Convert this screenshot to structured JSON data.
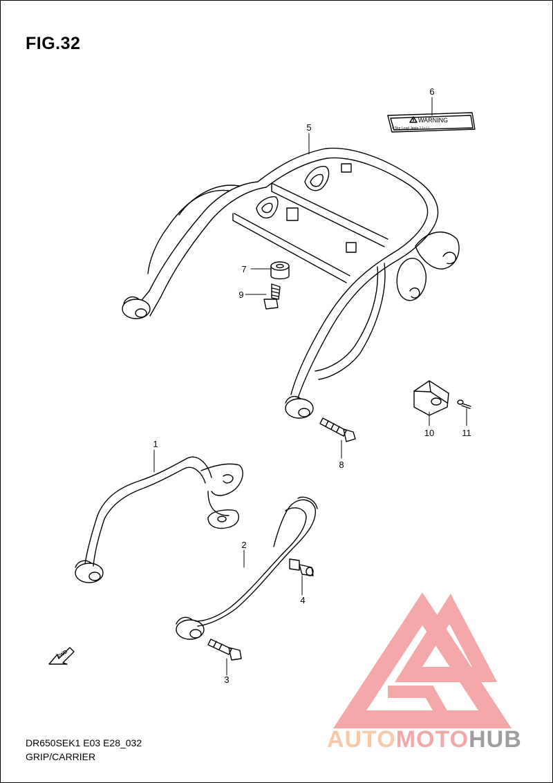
{
  "figure": {
    "title": "FIG.32",
    "model_code": "DR650SEK1 E03 E28_032",
    "section_name": "GRIP/CARRIER"
  },
  "callouts": [
    {
      "label": "1"
    },
    {
      "label": "2"
    },
    {
      "label": "3"
    },
    {
      "label": "4"
    },
    {
      "label": "5"
    },
    {
      "label": "6"
    },
    {
      "label": "7"
    },
    {
      "label": "8"
    },
    {
      "label": "9"
    },
    {
      "label": "10"
    },
    {
      "label": "11"
    }
  ],
  "warning_label": {
    "heading": "WARNING",
    "fine_print": "< 5kg   Load   Jegla  1 l c l l"
  },
  "fwd_arrow": {
    "text": "FWD"
  },
  "watermark": {
    "part_a": "AUTO",
    "part_b": "MOTO",
    "part_c": "HUB",
    "colors": {
      "peach": "#f7c9a6",
      "red": "#f3a8a8",
      "gray": "#9e9e9e"
    }
  }
}
